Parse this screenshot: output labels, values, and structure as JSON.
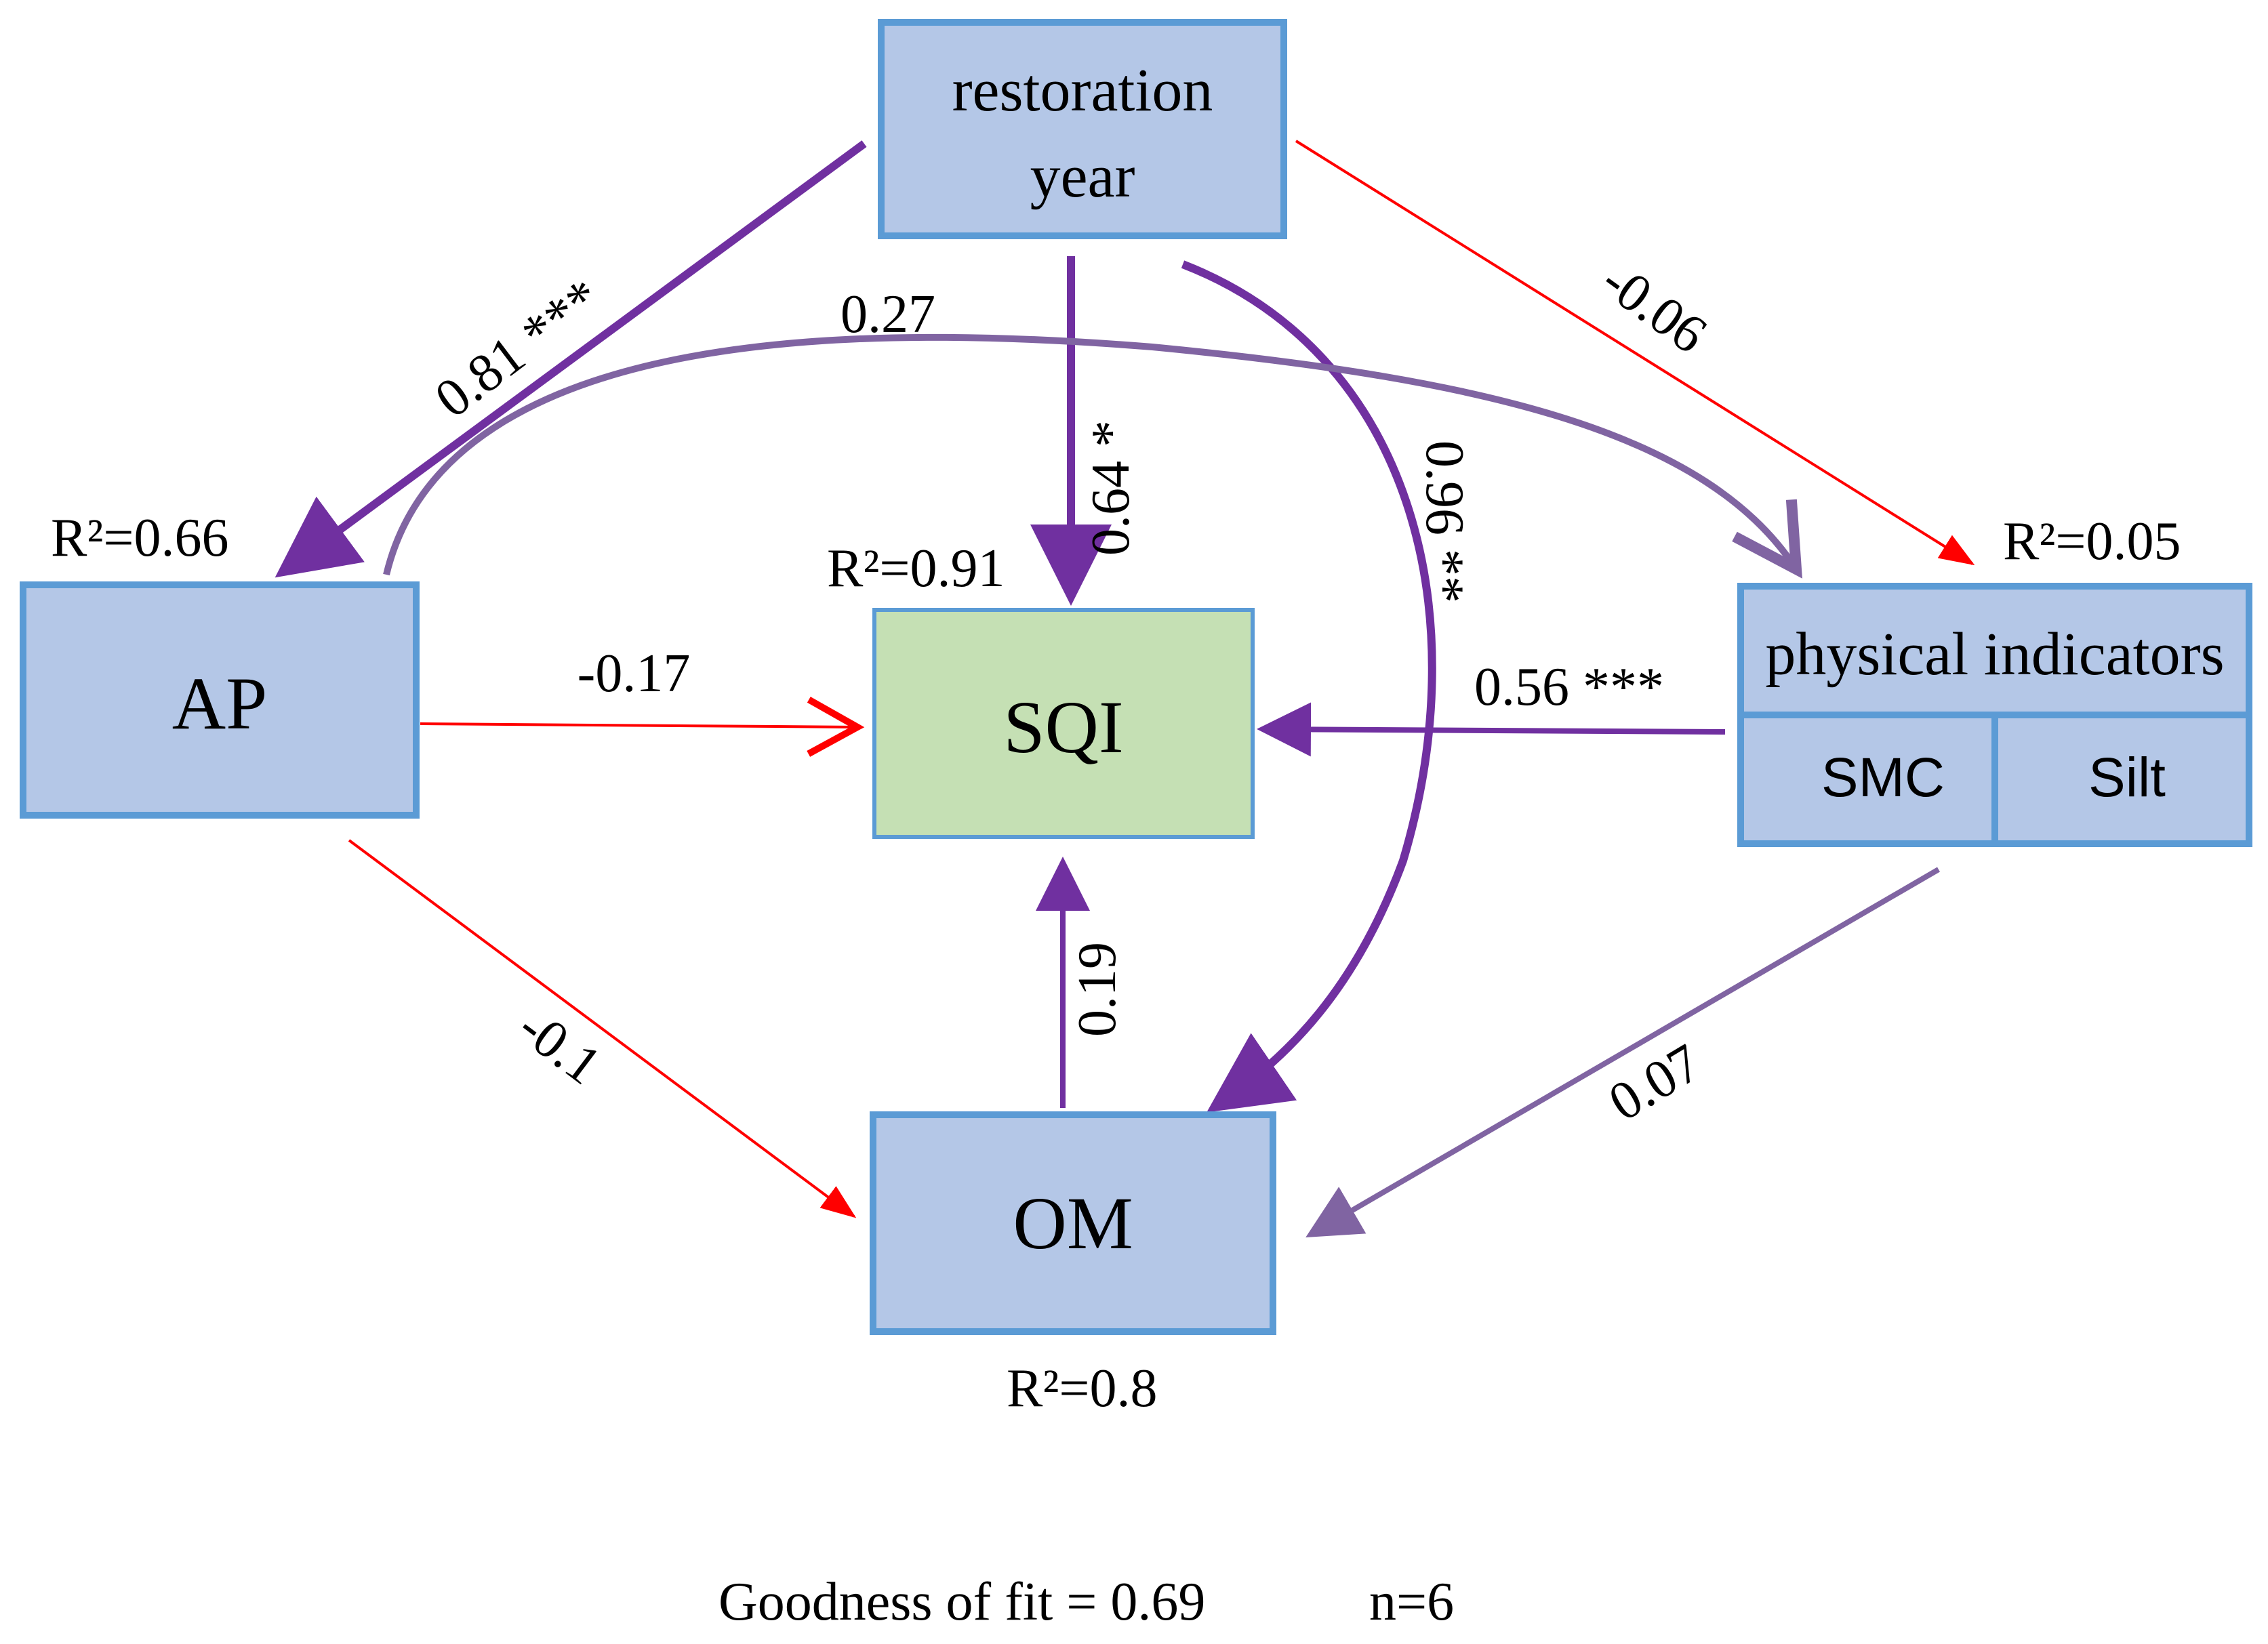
{
  "colors": {
    "box_fill": "#b4c7e7",
    "box_border": "#5b9bd5",
    "sqi_fill": "#c5e0b4",
    "positive_path": "#7030a0",
    "weak_path": "#8064a2",
    "negative_path": "#ff0000"
  },
  "nodes": {
    "restoration": {
      "line1": "restoration",
      "line2": "year"
    },
    "ap": {
      "label": "AP",
      "r2": "R²=0.66"
    },
    "sqi": {
      "label": "SQI",
      "r2": "R²=0.91"
    },
    "om": {
      "label": "OM",
      "r2": "R²=0.8"
    },
    "physical": {
      "label": "physical indicators",
      "sub1": "SMC",
      "sub2": "Silt",
      "r2": "R²=0.05"
    }
  },
  "paths": {
    "restoration_ap": "0.81 ***",
    "restoration_sqi": "0.64 *",
    "restoration_om": "0.96 **",
    "restoration_physical": "-0.06",
    "ap_physical": "0.27",
    "ap_sqi": "-0.17",
    "ap_om": "-0.1",
    "physical_sqi": "0.56 ***",
    "physical_om": "0.07",
    "om_sqi": "0.19"
  },
  "footer": {
    "fit": "Goodness of fit = 0.69",
    "n": "n=6"
  }
}
